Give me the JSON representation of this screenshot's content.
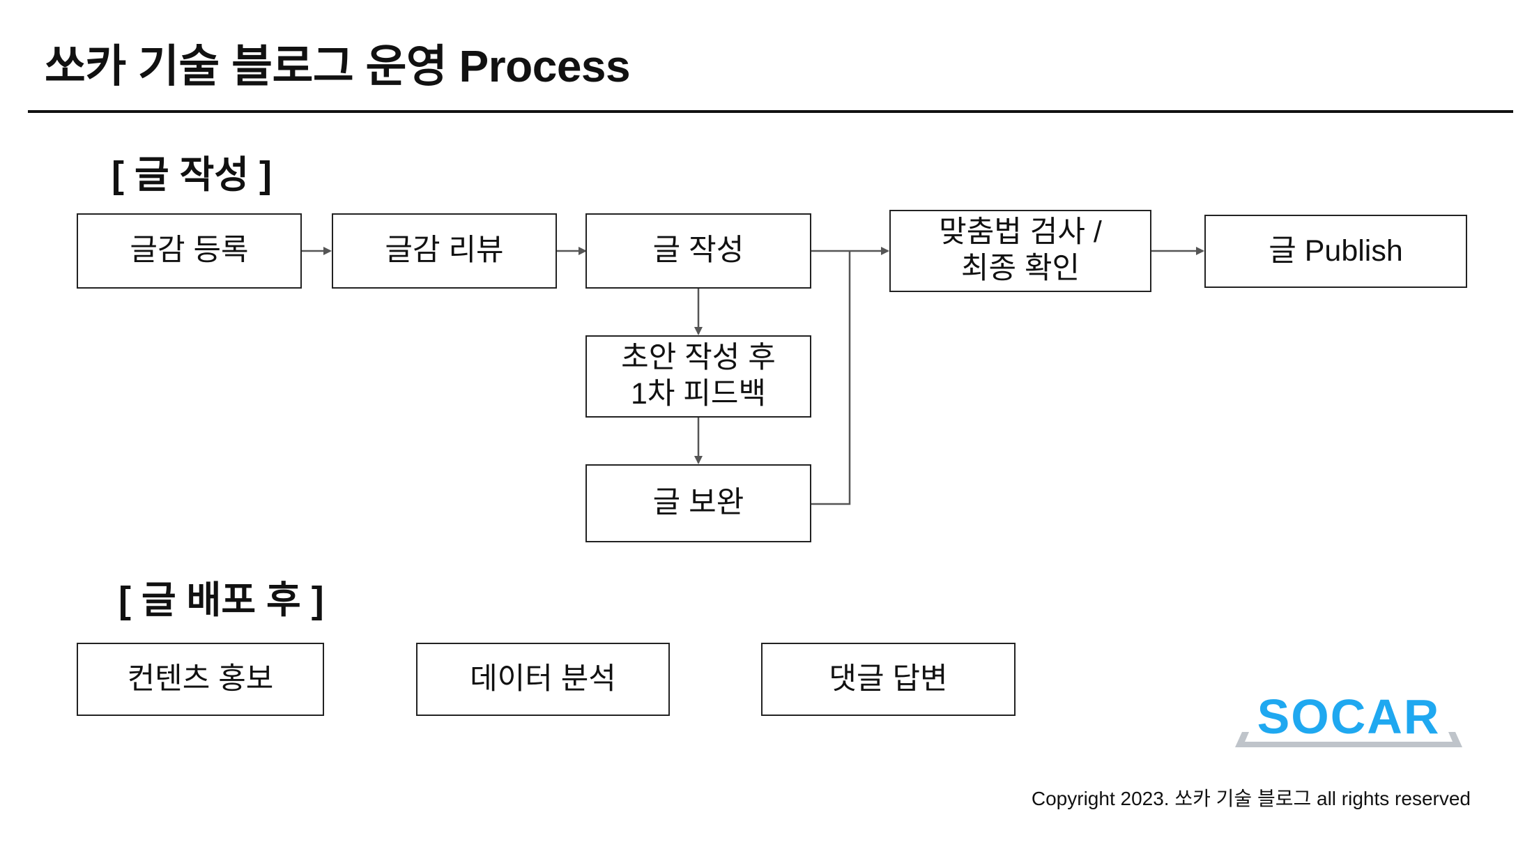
{
  "title": "쏘카 기술 블로그 운영 Process",
  "sections": {
    "writing": "[ 글 작성 ]",
    "after_publish": "[ 글 배포 후 ]"
  },
  "nodes": {
    "topic_register": "글감 등록",
    "topic_review": "글감 리뷰",
    "write": "글 작성",
    "draft_feedback": "초안 작성 후\n1차 피드백",
    "revise": "글 보완",
    "spellcheck": "맞춤법 검사 /\n최종 확인",
    "publish": "글 Publish",
    "promotion": "컨텐츠 홍보",
    "data_analysis": "데이터 분석",
    "comment_reply": "댓글 답변"
  },
  "colors": {
    "logo_blue": "#1FA8F0",
    "logo_gray": "#BFC4CA",
    "arrow": "#555555"
  },
  "logo": {
    "text": "SOCAR"
  },
  "footer": {
    "copyright": "Copyright 2023. 쏘카 기술 블로그 all rights reserved"
  }
}
